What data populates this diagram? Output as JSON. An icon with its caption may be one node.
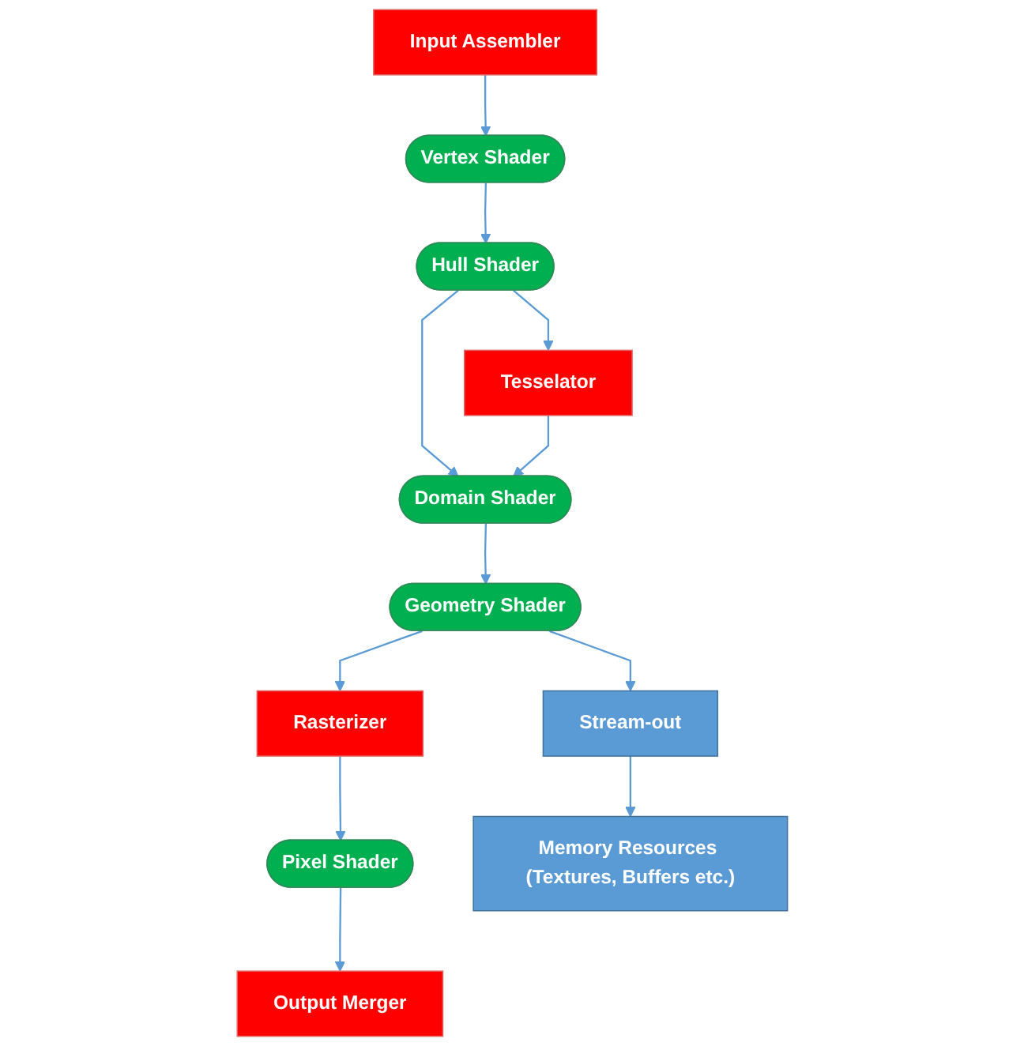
{
  "diagram": {
    "nodes": [
      {
        "text": [
          "Input Assembler"
        ]
      },
      {
        "text": [
          "Vertex Shader"
        ]
      },
      {
        "text": [
          "Hull Shader"
        ]
      },
      {
        "text": [
          "Tesselator"
        ]
      },
      {
        "text": [
          "Domain Shader"
        ]
      },
      {
        "text": [
          "Geometry Shader"
        ]
      },
      {
        "text": [
          "Stream-out"
        ]
      },
      {
        "text": [
          "Rasterizer"
        ]
      },
      {
        "text": [
          "Pixel Shader"
        ]
      },
      {
        "text": [
          "Output Merger"
        ]
      },
      {
        "text": [
          "Memory Resources (Textures, Buffers etc.)"
        ]
      }
    ],
    "edges": [
      {
        "from": 0,
        "to": 1,
        "arrow": "to"
      },
      {
        "from": 1,
        "to": 2,
        "arrow": "to"
      },
      {
        "from": 2,
        "to": 3,
        "arrow": "to"
      },
      {
        "from": 2,
        "to": 4,
        "arrow": "to"
      },
      {
        "from": 3,
        "to": 4,
        "arrow": "to"
      },
      {
        "from": 4,
        "to": 5,
        "arrow": "to"
      },
      {
        "from": 5,
        "to": 6,
        "arrow": "to"
      },
      {
        "from": 6,
        "to": 10,
        "arrow": "to"
      },
      {
        "from": 5,
        "to": 7,
        "arrow": "to"
      },
      {
        "from": 7,
        "to": 8,
        "arrow": "to"
      },
      {
        "from": 8,
        "to": 9,
        "arrow": "to"
      }
    ]
  }
}
